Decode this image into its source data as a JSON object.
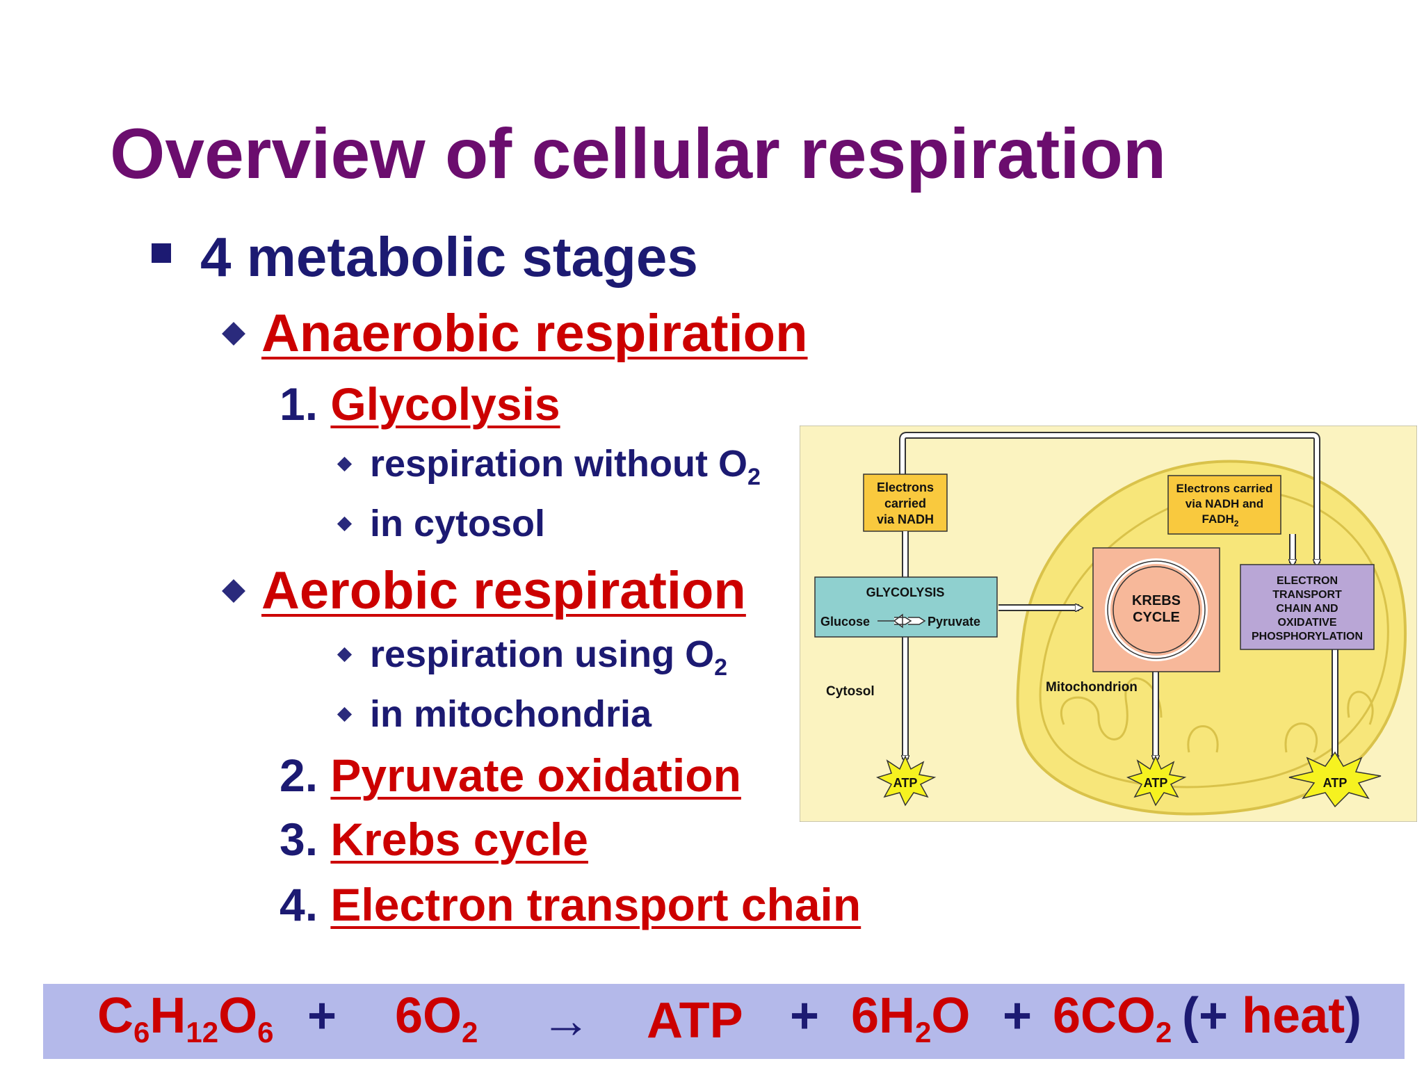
{
  "slide": {
    "title": "Overview of cellular respiration",
    "bullet1": "4 metabolic stages",
    "anaerobic": "Anaerobic respiration",
    "aerobic": "Aerobic respiration",
    "steps": [
      {
        "num": "1.",
        "label": "Glycolysis"
      },
      {
        "num": "2.",
        "label": "Pyruvate oxidation"
      },
      {
        "num": "3.",
        "label": "Krebs cycle"
      },
      {
        "num": "4.",
        "label": "Electron transport chain"
      }
    ],
    "glycolysis_points": [
      "respiration without O",
      "in cytosol"
    ],
    "aerobic_points": [
      "respiration using O",
      "in mitochondria"
    ],
    "o2_subscript": "2"
  },
  "equation": {
    "glucose": [
      "C",
      "6",
      "H",
      "12",
      "O",
      "6"
    ],
    "plus": "+",
    "oxygen": [
      "6O",
      "2"
    ],
    "arrow": "→",
    "atp": "ATP",
    "water": [
      "6H",
      "2",
      "O"
    ],
    "co2": [
      "6CO",
      "2"
    ],
    "heat_open": "(",
    "heat_plus": "+ ",
    "heat": "heat",
    "heat_close": ")"
  },
  "diagram": {
    "electrons_nadh": [
      "Electrons",
      "carried",
      "via NADH"
    ],
    "electrons_nadh_fadh": [
      "Electrons carried",
      "via NADH and",
      "FADH"
    ],
    "fadh_subscript": "2",
    "glycolysis": "GLYCOLYSIS",
    "glucose": "Glucose",
    "pyruvate": "Pyruvate",
    "krebs": [
      "KREBS",
      "CYCLE"
    ],
    "etc": [
      "ELECTRON",
      "TRANSPORT",
      "CHAIN AND",
      "OXIDATIVE",
      "PHOSPHORYLATION"
    ],
    "cytosol": "Cytosol",
    "mitochondrion": "Mitochondrion",
    "atp": "ATP",
    "colors": {
      "background": "#fbf3c0",
      "mito": "#f7e67a",
      "label_box": "#f9c93e",
      "glycolysis_box": "#8fd0cf",
      "krebs_box": "#f7b89a",
      "etc_box": "#b9a6d6",
      "atp_star": "#f6f220"
    }
  }
}
